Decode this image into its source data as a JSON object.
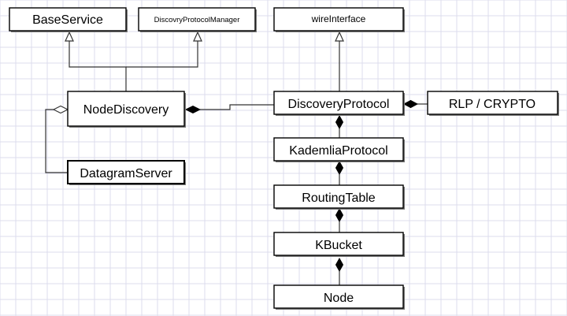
{
  "diagram": {
    "nodes": {
      "base_service": "BaseService",
      "discovery_protocol_manager": "DiscovryProtocolManager",
      "wire_interface": "wireInterface",
      "node_discovery": "NodeDiscovery",
      "discovery_protocol": "DiscoveryProtocol",
      "rlp_crypto": "RLP / CRYPTO",
      "datagram_server": "DatagramServer",
      "kademlia_protocol": "KademliaProtocol",
      "routing_table": "RoutingTable",
      "kbucket": "KBucket",
      "node": "Node"
    },
    "relations": [
      {
        "from": "NodeDiscovery",
        "to": "BaseService",
        "type": "generalization"
      },
      {
        "from": "NodeDiscovery",
        "to": "DiscovryProtocolManager",
        "type": "realization"
      },
      {
        "from": "DiscoveryProtocol",
        "to": "wireInterface",
        "type": "realization"
      },
      {
        "from": "NodeDiscovery",
        "to": "DiscoveryProtocol",
        "type": "composition"
      },
      {
        "from": "DiscoveryProtocol",
        "to": "RLP / CRYPTO",
        "type": "composition"
      },
      {
        "from": "NodeDiscovery",
        "to": "DatagramServer",
        "type": "aggregation"
      },
      {
        "from": "DiscoveryProtocol",
        "to": "KademliaProtocol",
        "type": "composition"
      },
      {
        "from": "KademliaProtocol",
        "to": "RoutingTable",
        "type": "composition"
      },
      {
        "from": "RoutingTable",
        "to": "KBucket",
        "type": "composition"
      },
      {
        "from": "KBucket",
        "to": "Node",
        "type": "composition"
      }
    ]
  }
}
